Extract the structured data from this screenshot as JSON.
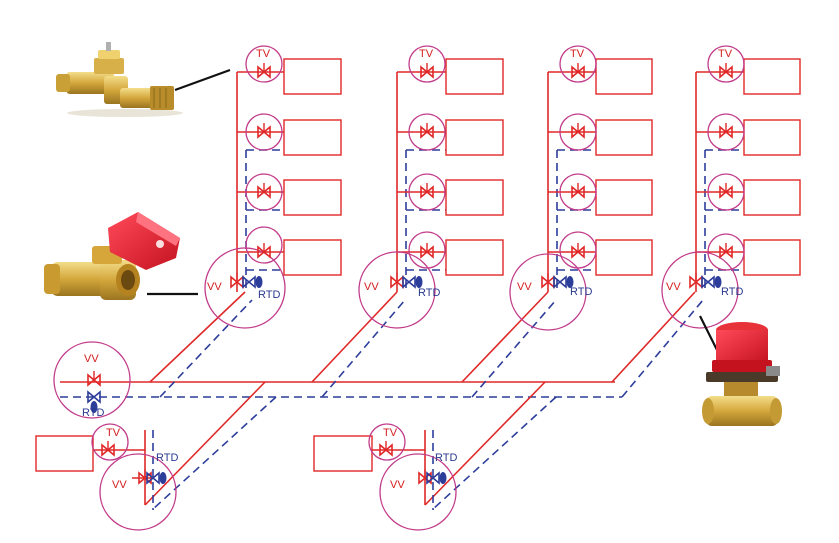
{
  "labels": {
    "tv": "TV",
    "vv": "VV",
    "rtd": "RTD"
  },
  "colors": {
    "supply": "#e02828",
    "return": "#2d3d9a",
    "zone_circle": "#c23b8a"
  },
  "photos": {
    "thermostatic_valve": "thermostatic-radiator-valve-photo",
    "balancing_valve": "red-handle-balancing-valve-photo",
    "differential_pressure_regulator": "differential-pressure-regulator-photo"
  }
}
